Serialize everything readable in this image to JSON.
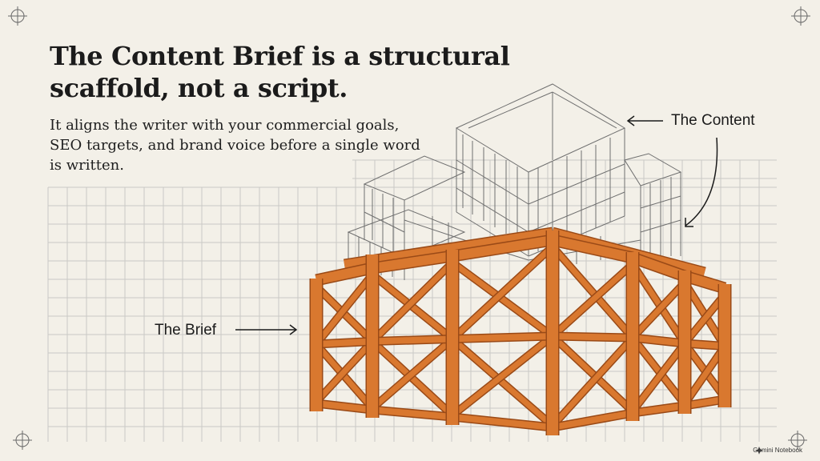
{
  "title": "The Content Brief is a structural scaffold, not a script.",
  "subtitle": "It aligns the writer with your commercial goals, SEO targets, and brand voice before a single word is written.",
  "labels": {
    "content": "The Content",
    "brief": "The Brief"
  },
  "credit": "Gemini Notebook",
  "colors": {
    "background": "#f3f0e8",
    "grid": "#c9c9c6",
    "wireframe": "#6f6f6f",
    "scaffold": "#d9782f",
    "scaffold_dark": "#9a4a17",
    "ink": "#1b1b1b"
  },
  "icons": [
    "crosshair-icon",
    "arrow-left-icon",
    "arrow-right-icon",
    "sparkle-icon"
  ]
}
